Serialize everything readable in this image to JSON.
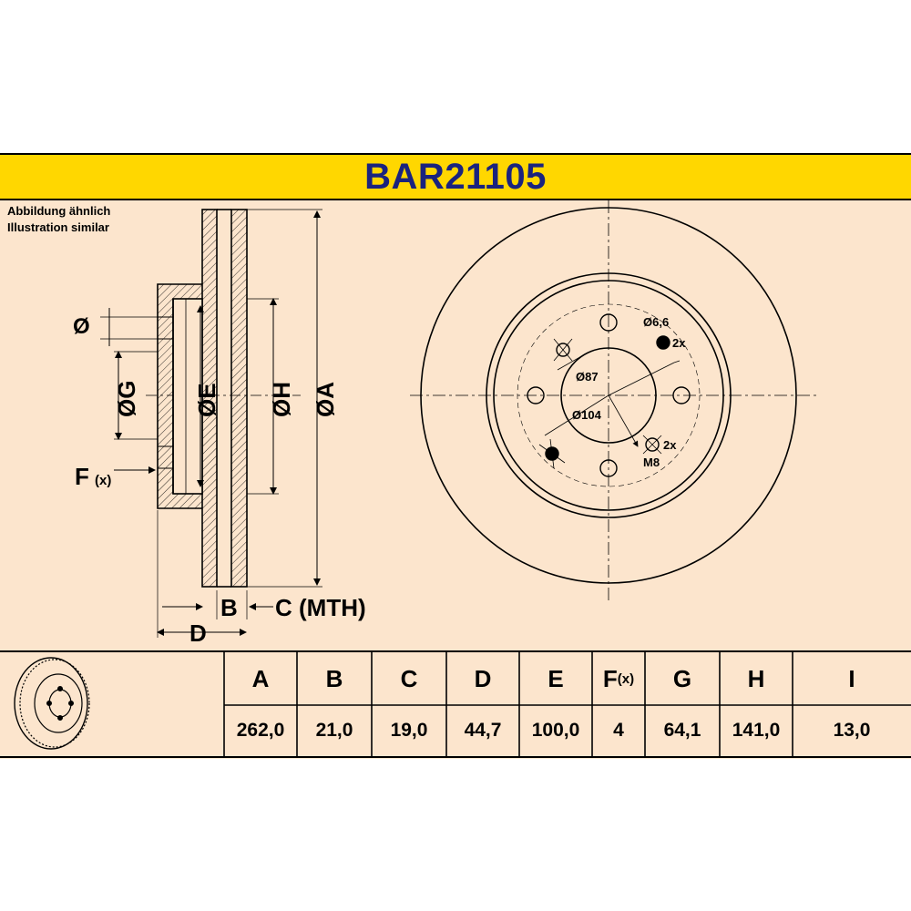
{
  "part_number": "BAR21105",
  "notes": [
    "Abbildung ähnlich",
    "Illustration similar"
  ],
  "section_labels": {
    "i": "Ø",
    "g": "ØG",
    "e": "ØE",
    "h": "ØH",
    "a": "ØA",
    "f": "F",
    "f_sub": "(x)",
    "b": "B",
    "c": "C (MTH)",
    "d": "D"
  },
  "face_labels": {
    "bolt_hole": "Ø6,6",
    "bolt_count_top": "2x",
    "inner_circle": "Ø87",
    "pcd": "Ø104",
    "thread_count": "2x",
    "thread": "M8"
  },
  "table": {
    "headers": [
      "A",
      "B",
      "C",
      "D",
      "E",
      "F",
      "G",
      "H",
      "I"
    ],
    "f_suffix": "(x)",
    "values": [
      "262,0",
      "21,0",
      "19,0",
      "44,7",
      "100,0",
      "4",
      "64,1",
      "141,0",
      "13,0"
    ]
  },
  "colors": {
    "background": "#fce5cd",
    "title_bar": "#ffd700",
    "title_text": "#1a237e"
  }
}
